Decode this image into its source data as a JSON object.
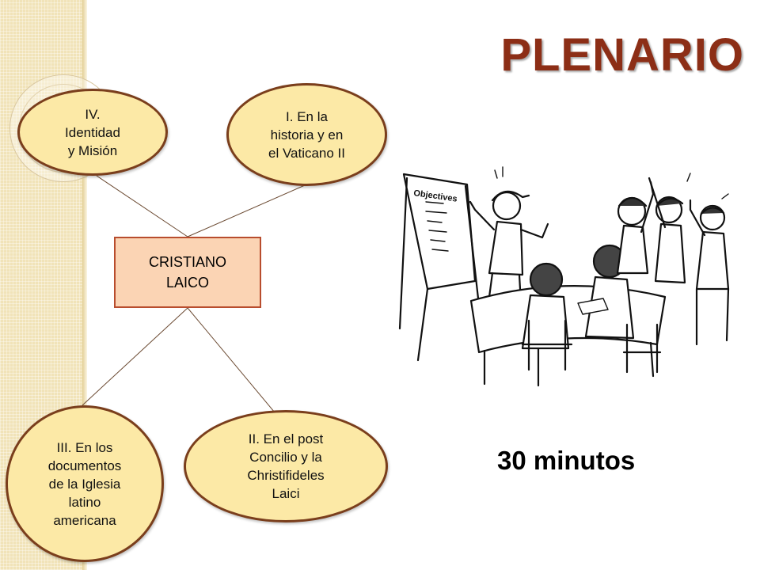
{
  "title": "PLENARIO",
  "center": {
    "lines": [
      "CRISTIANO",
      "LAICO"
    ]
  },
  "nodes": {
    "iv": {
      "lines": [
        "IV.",
        "Identidad",
        "y Misión"
      ]
    },
    "i": {
      "lines": [
        "I. En la",
        "historia y en",
        "el Vaticano II"
      ]
    },
    "iii": {
      "lines": [
        "III. En los",
        "documentos",
        "de la Iglesia",
        "latino",
        "americana"
      ]
    },
    "ii": {
      "lines": [
        "II. En el post",
        "Concilio y la",
        "Christifideles",
        "Laici"
      ]
    }
  },
  "timer": "30 minutos",
  "illustration": {
    "board_text": "Objectives",
    "icon": "group-meeting-illustration"
  },
  "colors": {
    "title": "#8c2e16",
    "node_fill": "#fce9a6",
    "node_border": "#7a3e1c",
    "center_fill": "#fbd4b4",
    "center_border": "#b84d2e",
    "strip": "#f1e3b8"
  }
}
